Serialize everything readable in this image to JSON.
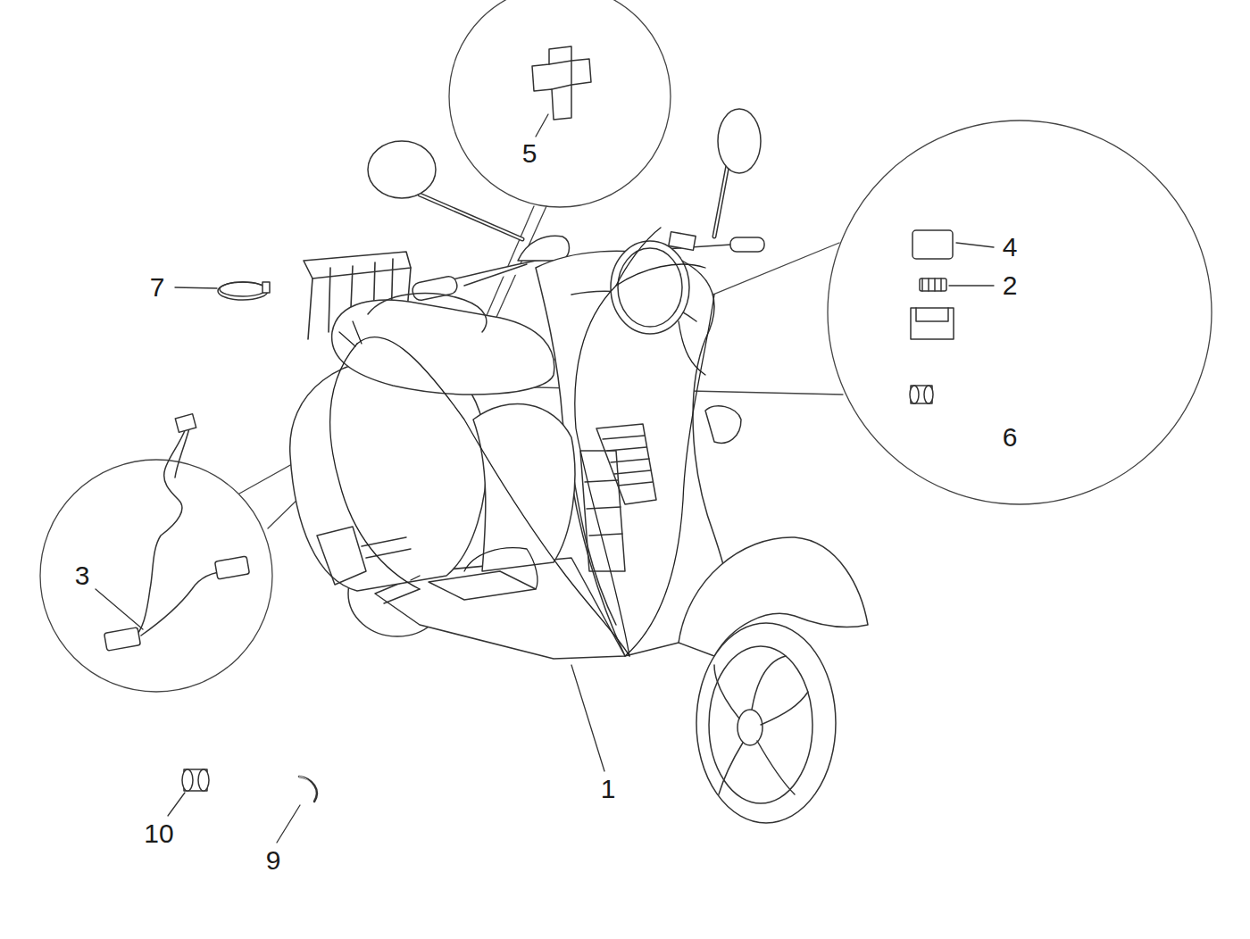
{
  "diagram": {
    "labels": [
      "5",
      "7",
      "4",
      "2",
      "6",
      "3",
      "1",
      "10",
      "9"
    ]
  }
}
